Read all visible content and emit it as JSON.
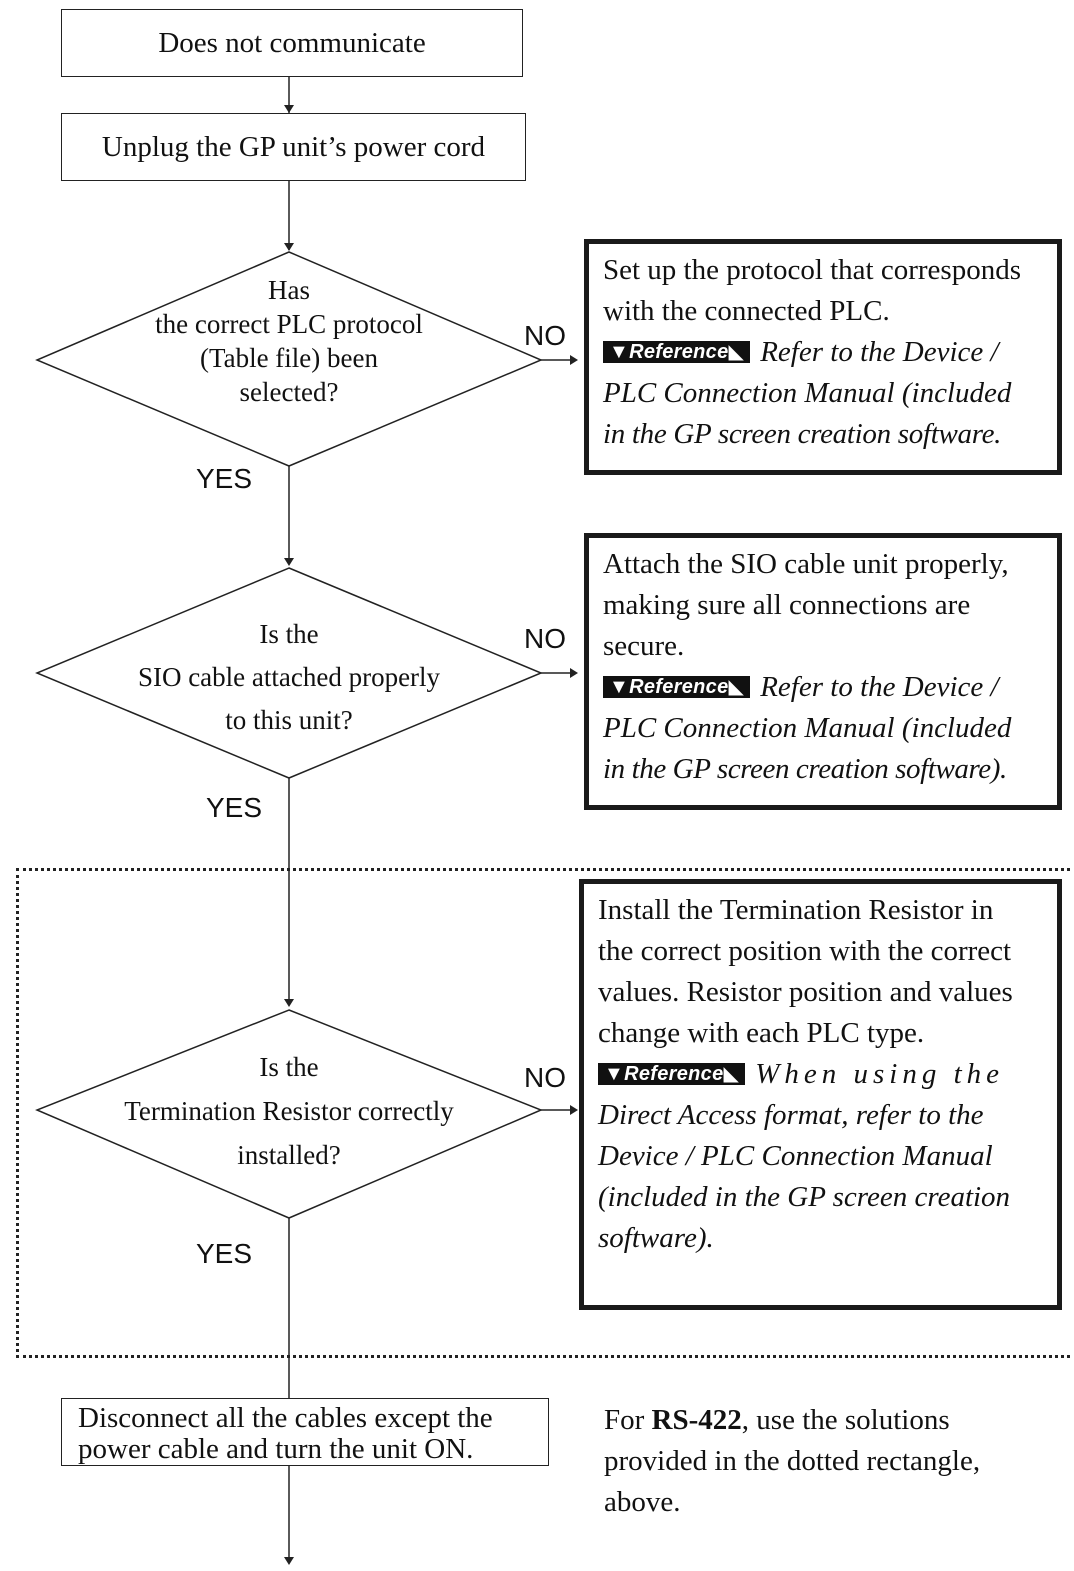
{
  "nodes": {
    "start": "Does not communicate",
    "unplug": "Unplug the GP unit’s power cord",
    "decision1": [
      "Has",
      "the correct PLC protocol",
      "(Table file) been",
      "selected?"
    ],
    "decision2": [
      "Is the",
      "SIO cable attached properly",
      "to this unit?"
    ],
    "decision3": [
      "Is the",
      "Termination Resistor correctly",
      "installed?"
    ],
    "disconnect": [
      "Disconnect all the cables except the",
      "power cable and turn the unit ON."
    ]
  },
  "branch_labels": {
    "yes": "YES",
    "no": "NO"
  },
  "reference_badge": "Reference",
  "notes": {
    "note1": {
      "text": [
        "Set up the protocol that corresponds",
        "with the connected PLC."
      ],
      "ref": "Refer to the Device /",
      "ref_more": [
        "PLC Connection Manual (included",
        "in the GP screen creation software."
      ]
    },
    "note2": {
      "text": [
        "Attach the SIO cable unit properly,",
        "making sure all connections are",
        "secure."
      ],
      "ref": "Refer to the Device /",
      "ref_more": [
        "PLC Connection Manual (included",
        "in the GP screen creation software)."
      ]
    },
    "note3": {
      "text": [
        "Install the Termination Resistor in",
        "the correct position with the correct",
        "values. Resistor position and values",
        "change with each PLC type."
      ],
      "ref": "When using the",
      "ref_more": [
        "Direct Access format, refer to the",
        "Device / PLC Connection Manual",
        "(included in the GP screen creation",
        "software)."
      ]
    }
  },
  "rs422_note": {
    "prefix": "For ",
    "bold": "RS-422",
    "suffix": ", use the solutions",
    "more": [
      "provided in the dotted rectangle,",
      "above."
    ]
  }
}
